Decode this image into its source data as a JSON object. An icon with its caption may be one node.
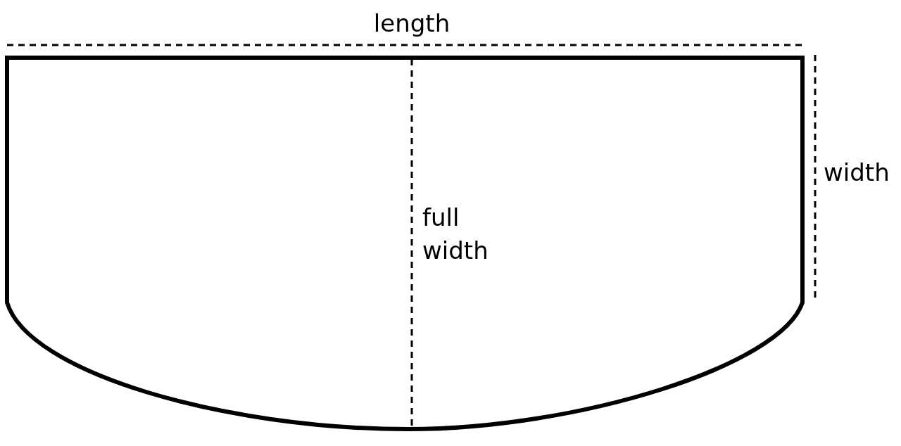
{
  "diagram": {
    "labels": [
      "length",
      "width",
      "full width"
    ]
  }
}
